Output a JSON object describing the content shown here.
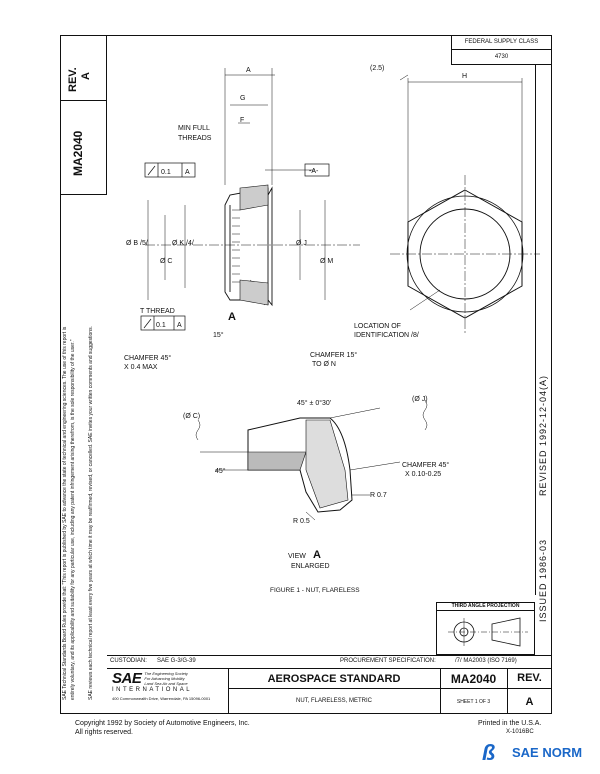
{
  "doc": {
    "number": "MA2040",
    "rev_label": "REV.",
    "rev": "A",
    "federal_supply_class_label": "FEDERAL SUPPLY CLASS",
    "federal_supply_class": "4730",
    "revised": "REVISED 1992-12-04(A)",
    "issued": "ISSUED 1986-03",
    "third_angle": "THIRD ANGLE PROJECTION",
    "custodian_label": "CUSTODIAN:",
    "custodian": "SAE G-3/G-39",
    "procurement_label": "PROCUREMENT SPECIFICATION:",
    "procurement": "/7/ MA2003 (ISO 7169)",
    "title": "AEROSPACE STANDARD",
    "subtitle": "NUT, FLARELESS, METRIC",
    "sheet": "SHEET 1 OF 3"
  },
  "sae": {
    "logo": "SAE",
    "tagline_1": "The Engineering Society",
    "tagline_2": "For Advancing Mobility",
    "tagline_3": "Land Sea Air and Space",
    "international": "INTERNATIONAL",
    "address": "400 Commonwealth Drive, Warrendale, PA 15096-0001"
  },
  "side_note": {
    "line1": "SAE Technical Standards Board Rules provide that: \"This report is published by SAE to advance the state of technical and engineering sciences. The use of this report is",
    "line2": "entirely voluntary, and its applicability and suitability for any particular use, including any patent infringement arising therefrom, is the sole responsibility of the user.\"",
    "line3": "SAE reviews each technical report at least every five years at which time it may be reaffirmed, revised, or cancelled. SAE invites your written comments and suggestions."
  },
  "footer": {
    "copyright": "Copyright 1992 by Society of Automotive Engineers, Inc.",
    "rights": "All rights reserved.",
    "printed": "Printed in the U.S.A.",
    "code": "X-1016BC",
    "brand": "SAE NORM"
  },
  "drawing": {
    "dim_A": "A",
    "dim_G": "G",
    "dim_F": "F",
    "dim_H": "H",
    "hex_angle": "(2.5)",
    "min_full_threads_1": "MIN FULL",
    "min_full_threads_2": "THREADS",
    "fcf_1": "0.1",
    "fcf_1_ref": "A",
    "datum_A": "-A-",
    "dia_B": "Ø B /5/",
    "dia_K": "Ø K /4/",
    "dia_C": "Ø C",
    "dia_J": "Ø J",
    "dia_M": "Ø M",
    "t_thread": "T THREAD",
    "fcf_2": "0.1",
    "fcf_2_ref": "A",
    "view_ref": "A",
    "angle_15": "15°",
    "chamfer_1a": "CHAMFER 45°",
    "chamfer_1b": "X 0.4 MAX",
    "chamfer_2a": "CHAMFER 15°",
    "chamfer_2b": "TO Ø N",
    "location_1": "LOCATION OF",
    "location_2": "IDENTIFICATION /8/",
    "enl_dia_C": "(Ø C)",
    "enl_dia_J": "(Ø J)",
    "enl_angle": "45° ± 0°30'",
    "enl_45": "45°",
    "chamfer_3a": "CHAMFER 45°",
    "chamfer_3b": "X 0.10-0.25",
    "r07": "R 0.7",
    "r05": "R 0.5",
    "view_label": "VIEW",
    "view_letter": "A",
    "enlarged": "ENLARGED",
    "figure": "FIGURE 1 - NUT, FLARELESS"
  }
}
